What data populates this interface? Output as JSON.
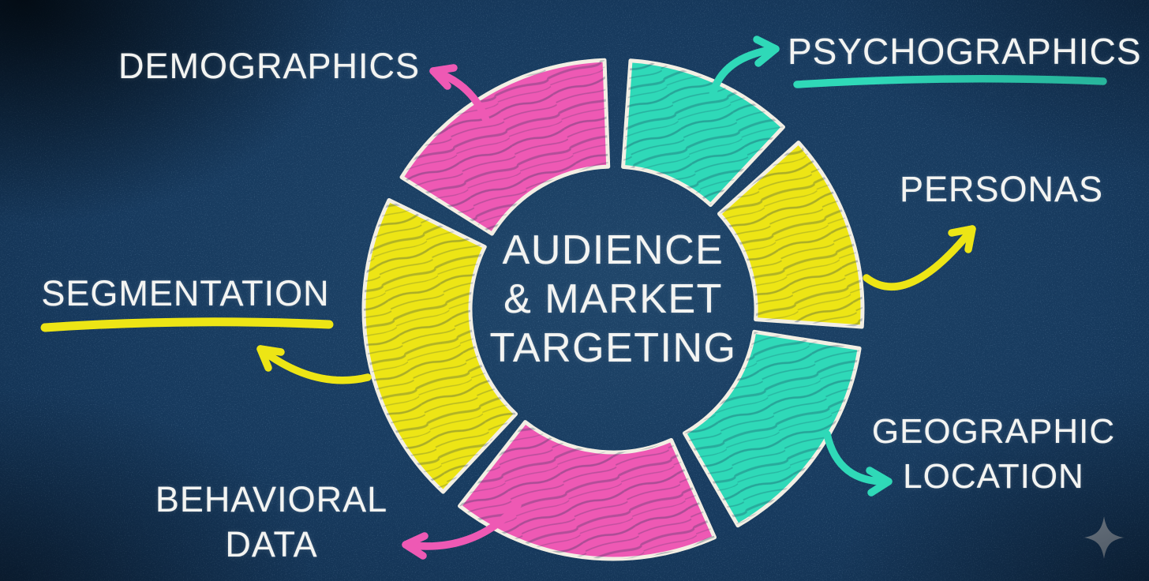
{
  "title": "Audience & Market Targeting chalkboard diagram",
  "colors": {
    "pink": "#ee59b4",
    "teal": "#2fd9b8",
    "yellow": "#ede515",
    "chalk_outline": "#f3efe4",
    "text_white": "#f3f4f2",
    "background": "#173a5e",
    "sparkle_gray": "#8d98a4"
  },
  "center": {
    "line1": "AUDIENCE",
    "line2": "& MARKET",
    "line3": "TARGETING"
  },
  "labels": {
    "demographics": {
      "text": "DEMOGRAPHICS"
    },
    "psychographics": {
      "text": "PSYCHOGRAPHICS",
      "underline_color": "teal"
    },
    "personas": {
      "text": "PERSONAS"
    },
    "geographic": {
      "line1": "GEOGRAPHIC",
      "line2": "LOCATION"
    },
    "behavioral": {
      "line1": "BEHAVIORAL",
      "line2": "DATA"
    },
    "segmentation": {
      "text": "SEGMENTATION",
      "underline_color": "yellow"
    }
  },
  "diagram": {
    "type": "donut-cycle",
    "segment_count": 6,
    "segments": [
      {
        "id": "psychographics",
        "label": "PSYCHOGRAPHICS",
        "color": "teal",
        "start_angle": 4,
        "end_angle": 43
      },
      {
        "id": "personas",
        "label": "PERSONAS",
        "color": "yellow",
        "start_angle": 48,
        "end_angle": 94
      },
      {
        "id": "geographic",
        "label": "GEOGRAPHIC LOCATION",
        "color": "teal",
        "start_angle": 99,
        "end_angle": 150
      },
      {
        "id": "behavioral",
        "label": "BEHAVIORAL DATA",
        "color": "pink",
        "start_angle": 156,
        "end_angle": 218
      },
      {
        "id": "segmentation",
        "label": "SEGMENTATION",
        "color": "yellow",
        "start_angle": 223,
        "end_angle": 296
      },
      {
        "id": "demographics",
        "label": "DEMOGRAPHICS",
        "color": "pink",
        "start_angle": 302,
        "end_angle": 358
      }
    ],
    "connections": [
      {
        "from": "segment-demographics",
        "to": "DEMOGRAPHICS",
        "color": "pink"
      },
      {
        "from": "segment-psychographics",
        "to": "PSYCHOGRAPHICS",
        "color": "teal"
      },
      {
        "from": "segment-personas",
        "to": "PERSONAS",
        "color": "yellow"
      },
      {
        "from": "segment-geographic",
        "to": "GEOGRAPHIC LOCATION",
        "color": "teal"
      },
      {
        "from": "segment-behavioral",
        "to": "BEHAVIORAL DATA",
        "color": "pink"
      },
      {
        "from": "segment-segmentation",
        "to": "SEGMENTATION",
        "color": "yellow"
      }
    ]
  }
}
